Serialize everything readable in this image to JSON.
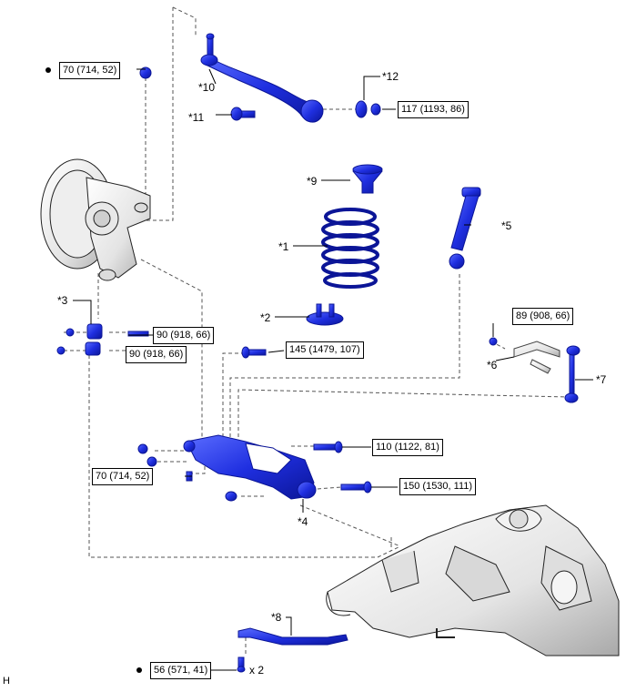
{
  "callouts": {
    "c1": "*1",
    "c2": "*2",
    "c3": "*3",
    "c4": "*4",
    "c5": "*5",
    "c6": "*6",
    "c7": "*7",
    "c8": "*8",
    "c9": "*9",
    "c10": "*10",
    "c11": "*11",
    "c12": "*12"
  },
  "torques": {
    "t_top_left": "70 (714, 52)",
    "t_upper_arm_nut": "117 (1193, 86)",
    "t_toe_upper": "90 (918, 66)",
    "t_toe_lower": "90 (918, 66)",
    "t_stabilizer_link": "89 (908, 66)",
    "t_lower_arm_bolt": "145 (1479, 107)",
    "t_lower_arm_inner": "110 (1122, 81)",
    "t_lower_arm_left": "70 (714, 52)",
    "t_lower_arm_front": "150 (1530, 111)",
    "t_brace_bolt": "56 (571, 41)"
  },
  "quantity_note": "x 2",
  "corner_letter": "H",
  "colors": {
    "part_blue": "#1f2fe0",
    "part_dark": "#0b1597",
    "frame_gray": "#cfcfcf",
    "line": "#000000"
  }
}
